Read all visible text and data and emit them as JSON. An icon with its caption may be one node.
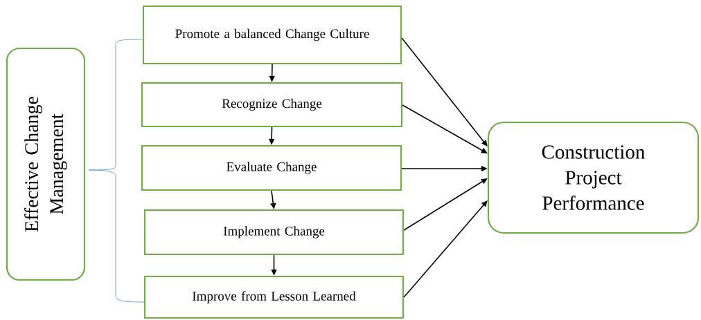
{
  "diagram": {
    "nodes": [
      {
        "text": [
          "Effective Change Management"
        ]
      },
      {
        "text": [
          "Promote a balanced Change Culture"
        ]
      },
      {
        "text": [
          "Recognize Change"
        ]
      },
      {
        "text": [
          "Evaluate Change"
        ]
      },
      {
        "text": [
          "Implement Change"
        ]
      },
      {
        "text": [
          "Improve from Lesson Learned"
        ]
      },
      {
        "text": [
          "Construction Project Performance"
        ]
      }
    ],
    "edges": [
      {
        "from": 1,
        "to": 2,
        "arrow": "to"
      },
      {
        "from": 2,
        "to": 3,
        "arrow": "to"
      },
      {
        "from": 3,
        "to": 4,
        "arrow": "to"
      },
      {
        "from": 4,
        "to": 5,
        "arrow": "to"
      },
      {
        "from": 1,
        "to": 6,
        "arrow": "to"
      },
      {
        "from": 2,
        "to": 6,
        "arrow": "to"
      },
      {
        "from": 3,
        "to": 6,
        "arrow": "to"
      },
      {
        "from": 4,
        "to": 6,
        "arrow": "to"
      },
      {
        "from": 5,
        "to": 6,
        "arrow": "to"
      }
    ]
  }
}
